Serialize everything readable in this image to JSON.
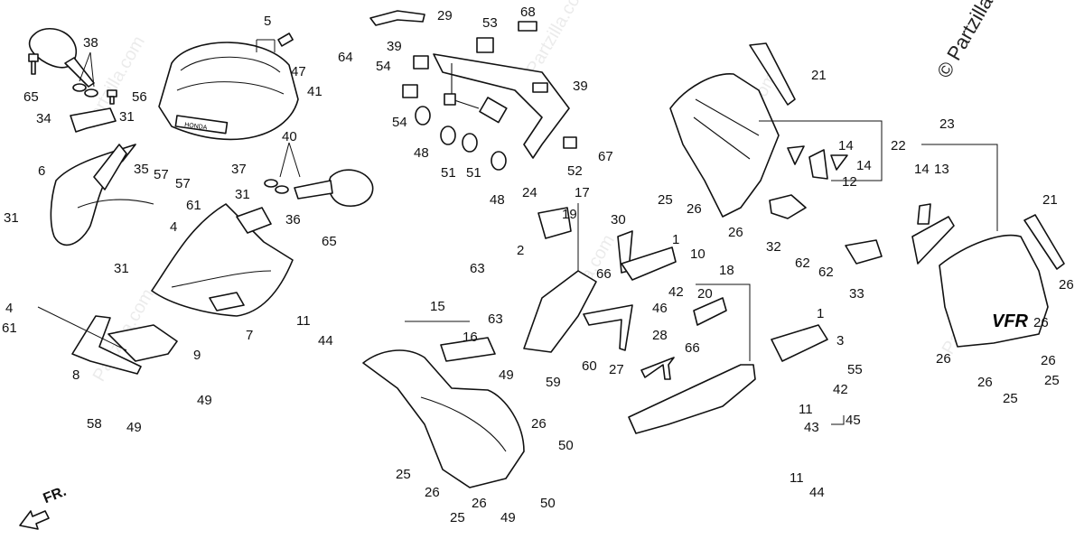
{
  "copyright": "© Partzilla.com",
  "watermarks": [
    "Partzilla.com",
    "Partzilla.com",
    "Partzilla.com",
    "Partzilla.com",
    "Partzilla.com",
    "Partzilla.com"
  ],
  "direction_label": "FR.",
  "badge_text": "VFR",
  "screen_text": "HONDA",
  "colors": {
    "line": "#111111",
    "background": "#ffffff"
  },
  "callouts": [
    {
      "id": "c5",
      "text": "5"
    },
    {
      "id": "c38",
      "text": "38"
    },
    {
      "id": "c65a",
      "text": "65"
    },
    {
      "id": "c56",
      "text": "56"
    },
    {
      "id": "c47",
      "text": "47"
    },
    {
      "id": "c41",
      "text": "41"
    },
    {
      "id": "c34",
      "text": "34"
    },
    {
      "id": "c31a",
      "text": "31"
    },
    {
      "id": "c6",
      "text": "6"
    },
    {
      "id": "c35",
      "text": "35"
    },
    {
      "id": "c57a",
      "text": "57"
    },
    {
      "id": "c57b",
      "text": "57"
    },
    {
      "id": "c37",
      "text": "37"
    },
    {
      "id": "c40",
      "text": "40"
    },
    {
      "id": "c61a",
      "text": "61"
    },
    {
      "id": "c31b",
      "text": "31"
    },
    {
      "id": "c31c",
      "text": "31"
    },
    {
      "id": "c4a",
      "text": "4"
    },
    {
      "id": "c36",
      "text": "36"
    },
    {
      "id": "c65b",
      "text": "65"
    },
    {
      "id": "c31d",
      "text": "31"
    },
    {
      "id": "c7",
      "text": "7"
    },
    {
      "id": "c11a",
      "text": "11"
    },
    {
      "id": "c44a",
      "text": "44"
    },
    {
      "id": "c4b",
      "text": "4"
    },
    {
      "id": "c61b",
      "text": "61"
    },
    {
      "id": "c8",
      "text": "8"
    },
    {
      "id": "c9",
      "text": "9"
    },
    {
      "id": "c58",
      "text": "58"
    },
    {
      "id": "c49a",
      "text": "49"
    },
    {
      "id": "c49b",
      "text": "49"
    },
    {
      "id": "c64",
      "text": "64"
    },
    {
      "id": "c29",
      "text": "29"
    },
    {
      "id": "c39a",
      "text": "39"
    },
    {
      "id": "c53",
      "text": "53"
    },
    {
      "id": "c68",
      "text": "68"
    },
    {
      "id": "c54a",
      "text": "54"
    },
    {
      "id": "c39b",
      "text": "39"
    },
    {
      "id": "c54b",
      "text": "54"
    },
    {
      "id": "c48a",
      "text": "48"
    },
    {
      "id": "c51a",
      "text": "51"
    },
    {
      "id": "c51b",
      "text": "51"
    },
    {
      "id": "c52",
      "text": "52"
    },
    {
      "id": "c67",
      "text": "67"
    },
    {
      "id": "c48b",
      "text": "48"
    },
    {
      "id": "c24",
      "text": "24"
    },
    {
      "id": "c17",
      "text": "17"
    },
    {
      "id": "c19",
      "text": "19"
    },
    {
      "id": "c30",
      "text": "30"
    },
    {
      "id": "c1a",
      "text": "1"
    },
    {
      "id": "c10",
      "text": "10"
    },
    {
      "id": "c2",
      "text": "2"
    },
    {
      "id": "c63a",
      "text": "63"
    },
    {
      "id": "c66a",
      "text": "66"
    },
    {
      "id": "c42a",
      "text": "42"
    },
    {
      "id": "c46",
      "text": "46"
    },
    {
      "id": "c63b",
      "text": "63"
    },
    {
      "id": "c15",
      "text": "15"
    },
    {
      "id": "c16",
      "text": "16"
    },
    {
      "id": "c60",
      "text": "60"
    },
    {
      "id": "c27",
      "text": "27"
    },
    {
      "id": "c49c",
      "text": "49"
    },
    {
      "id": "c59",
      "text": "59"
    },
    {
      "id": "c26a",
      "text": "26"
    },
    {
      "id": "c50a",
      "text": "50"
    },
    {
      "id": "c25a",
      "text": "25"
    },
    {
      "id": "c26b",
      "text": "26"
    },
    {
      "id": "c26c",
      "text": "26"
    },
    {
      "id": "c50b",
      "text": "50"
    },
    {
      "id": "c25b",
      "text": "25"
    },
    {
      "id": "c49d",
      "text": "49"
    },
    {
      "id": "c18",
      "text": "18"
    },
    {
      "id": "c20",
      "text": "20"
    },
    {
      "id": "c1b",
      "text": "1"
    },
    {
      "id": "c3",
      "text": "3"
    },
    {
      "id": "c28",
      "text": "28"
    },
    {
      "id": "c66b",
      "text": "66"
    },
    {
      "id": "c55",
      "text": "55"
    },
    {
      "id": "c42b",
      "text": "42"
    },
    {
      "id": "c11b",
      "text": "11"
    },
    {
      "id": "c43",
      "text": "43"
    },
    {
      "id": "c45",
      "text": "45"
    },
    {
      "id": "c11c",
      "text": "11"
    },
    {
      "id": "c44b",
      "text": "44"
    },
    {
      "id": "c21a",
      "text": "21"
    },
    {
      "id": "c14a",
      "text": "14"
    },
    {
      "id": "c22",
      "text": "22"
    },
    {
      "id": "c14b",
      "text": "14"
    },
    {
      "id": "c12",
      "text": "12"
    },
    {
      "id": "c25c",
      "text": "25"
    },
    {
      "id": "c26d",
      "text": "26"
    },
    {
      "id": "c26e",
      "text": "26"
    },
    {
      "id": "c32",
      "text": "32"
    },
    {
      "id": "c62a",
      "text": "62"
    },
    {
      "id": "c62b",
      "text": "62"
    },
    {
      "id": "c33",
      "text": "33"
    },
    {
      "id": "c23",
      "text": "23"
    },
    {
      "id": "c14c",
      "text": "14"
    },
    {
      "id": "c13",
      "text": "13"
    },
    {
      "id": "c21b",
      "text": "21"
    },
    {
      "id": "c26f",
      "text": "26"
    },
    {
      "id": "c26g",
      "text": "26"
    },
    {
      "id": "c26h",
      "text": "26"
    },
    {
      "id": "c26i",
      "text": "26"
    },
    {
      "id": "c25d",
      "text": "25"
    },
    {
      "id": "c25e",
      "text": "25"
    },
    {
      "id": "c26j",
      "text": "26"
    }
  ]
}
